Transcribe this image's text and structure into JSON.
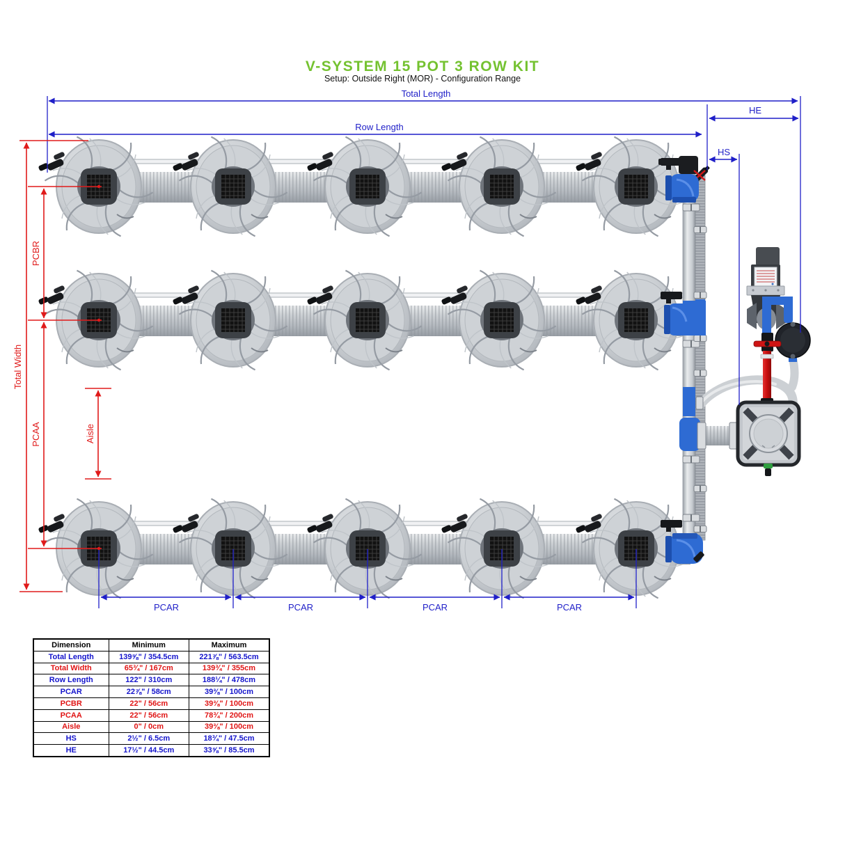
{
  "title": "V-SYSTEM 15 POT 3 ROW KIT",
  "subtitle": "Setup: Outside Right (MOR) - Configuration Range",
  "labels": {
    "total_length": "Total Length",
    "row_length": "Row Length",
    "he": "HE",
    "hs": "HS",
    "total_width": "Total Width",
    "pcbr": "PCBR",
    "pcaa": "PCAA",
    "aisle": "Aisle",
    "pcar": "PCAR"
  },
  "colors": {
    "title_green": "#74c230",
    "dimension_blue": "#1f1fc8",
    "dimension_red": "#e01a1a",
    "fitting_blue": "#2e6bd3",
    "pipe_gray": "#c6cbd0",
    "pump_red": "#ce1414"
  },
  "table": {
    "headers": [
      "Dimension",
      "Minimum",
      "Maximum"
    ],
    "rows": [
      {
        "dimension": "Total Length",
        "minimum": "139⅝\" / 354.5cm",
        "maximum": "221⅞\" / 563.5cm"
      },
      {
        "dimension": "Total Width",
        "minimum": "65¾\" / 167cm",
        "maximum": "139¾\" / 355cm"
      },
      {
        "dimension": "Row Length",
        "minimum": "122\" / 310cm",
        "maximum": "188¼\" / 478cm"
      },
      {
        "dimension": "PCAR",
        "minimum": "22⅞\" / 58cm",
        "maximum": "39⅜\" / 100cm"
      },
      {
        "dimension": "PCBR",
        "minimum": "22\" / 56cm",
        "maximum": "39⅜\" / 100cm"
      },
      {
        "dimension": "PCAA",
        "minimum": "22\" / 56cm",
        "maximum": "78¾\" / 200cm"
      },
      {
        "dimension": "Aisle",
        "minimum": "0\" / 0cm",
        "maximum": "39⅜\" / 100cm"
      },
      {
        "dimension": "HS",
        "minimum": "2½\" / 6.5cm",
        "maximum": "18¾\" / 47.5cm"
      },
      {
        "dimension": "HE",
        "minimum": "17½\" / 44.5cm",
        "maximum": "33⅝\" / 85.5cm"
      }
    ]
  }
}
